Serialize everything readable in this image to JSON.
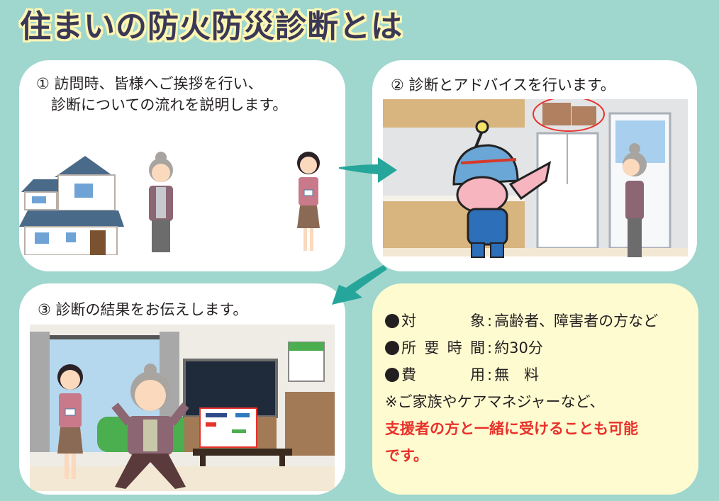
{
  "title": "住まいの防火防災診断とは",
  "colors": {
    "background": "#9fd6ce",
    "title_text": "#3a3856",
    "title_outline": "#fdf6b4",
    "panel_white": "#ffffff",
    "panel_info": "#fffbd0",
    "arrow": "#26a69a",
    "highlight_red": "#e8322c"
  },
  "steps": [
    {
      "number": "①",
      "line1": "①  訪問時、皆様へご挨拶を行い、",
      "line2": "診断についての流れを説明します。",
      "illustration": "house-elderly-woman-staff"
    },
    {
      "number": "②",
      "line1": "②  診断とアドバイスを行います。",
      "illustration": "kitchen-mascot-pointing-boxes-on-fridge"
    },
    {
      "number": "③",
      "line1": "③  診断の結果をお伝えします。",
      "illustration": "living-room-happy-elderly-woman-result-sheet"
    }
  ],
  "info": {
    "rows": [
      {
        "label": "対　　象",
        "value": "高齢者、障害者の方など"
      },
      {
        "label": "所要時間",
        "value": "約30分"
      },
      {
        "label": "費　　用",
        "value": "無　料"
      }
    ],
    "note": "※ご家族やケアマネジャーなど、",
    "highlight_line1": "支援者の方と一緒に受けることも可能",
    "highlight_line2": "です。"
  },
  "arrows": [
    {
      "from": "step-1",
      "to": "step-2",
      "direction": "right"
    },
    {
      "from": "step-2",
      "to": "step-3",
      "direction": "down-left"
    }
  ]
}
